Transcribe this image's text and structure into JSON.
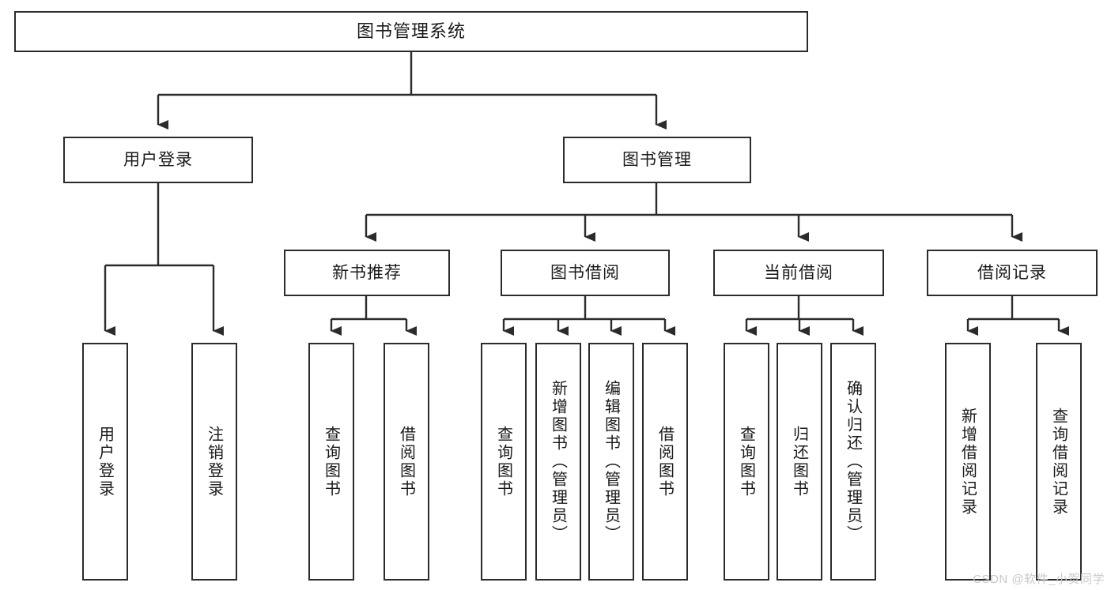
{
  "diagram": {
    "title": "图书管理系统",
    "type": "tree-hierarchy-diagram",
    "colors": {
      "border": "#2b2b2b",
      "background": "#ffffff",
      "text": "#1a1a1a",
      "watermark": "#c9c9c9"
    },
    "levels": {
      "root": {
        "label": "图书管理系统"
      },
      "level2": [
        {
          "label": "用户登录"
        },
        {
          "label": "图书管理"
        }
      ],
      "level3": [
        {
          "label": "新书推荐"
        },
        {
          "label": "图书借阅"
        },
        {
          "label": "当前借阅"
        },
        {
          "label": "借阅记录"
        }
      ],
      "leaves": {
        "user_login": [
          {
            "label": "用户登录"
          },
          {
            "label": "注销登录"
          }
        ],
        "new_book_recommend": [
          {
            "label": "查询图书"
          },
          {
            "label": "借阅图书"
          }
        ],
        "book_borrow": [
          {
            "label": "查询图书"
          },
          {
            "label": "新增图书（管理员）"
          },
          {
            "label": "编辑图书（管理员）"
          },
          {
            "label": "借阅图书"
          }
        ],
        "current_borrow": [
          {
            "label": "查询图书"
          },
          {
            "label": "归还图书"
          },
          {
            "label": "确认归还（管理员）"
          }
        ],
        "borrow_records": [
          {
            "label": "新增借阅记录"
          },
          {
            "label": "查询借阅记录"
          }
        ]
      }
    }
  },
  "watermark": {
    "text": "CSDN @软件_小贺同学"
  }
}
